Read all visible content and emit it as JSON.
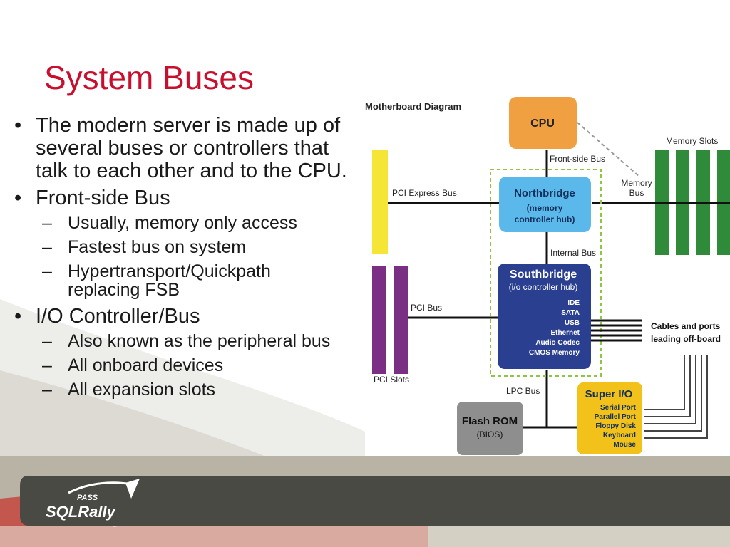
{
  "slide": {
    "title": "System Buses",
    "bullets": [
      {
        "text": "The modern server is made up of several buses or controllers that talk to each other and to the CPU.",
        "sub": []
      },
      {
        "text": "Front-side Bus",
        "sub": [
          "Usually, memory only access",
          "Fastest bus on system",
          "Hypertransport/Quickpath replacing FSB"
        ]
      },
      {
        "text": "I/O Controller/Bus",
        "sub": [
          "Also known as the peripheral bus",
          "All onboard devices",
          "All expansion slots"
        ]
      }
    ]
  },
  "diagram": {
    "title": "Motherboard Diagram",
    "cpu": "CPU",
    "front_side_bus": "Front-side Bus",
    "memory_bus": [
      "Memory",
      "Bus"
    ],
    "memory_slots": "Memory Slots",
    "pci_express_bus": "PCI Express Bus",
    "northbridge": {
      "title": "Northbridge",
      "lines": [
        "(memory",
        "controller hub)"
      ]
    },
    "internal_bus": "Internal Bus",
    "southbridge": {
      "title": "Southbridge",
      "subtitle": "(i/o controller hub)",
      "items": [
        "IDE",
        "SATA",
        "USB",
        "Ethernet",
        "Audio Codec",
        "CMOS Memory"
      ]
    },
    "pci_bus": "PCI Bus",
    "pci_slots": "PCI Slots",
    "cables": [
      "Cables and ports",
      "leading off-board"
    ],
    "lpc_bus": "LPC Bus",
    "flash_rom": {
      "title": "Flash ROM",
      "subtitle": "(BIOS)"
    },
    "super_io": {
      "title": "Super I/O",
      "items": [
        "Serial Port",
        "Parallel Port",
        "Floppy Disk",
        "Keyboard",
        "Mouse"
      ]
    }
  },
  "logo": {
    "top": "PASS",
    "main": "SQLRally"
  },
  "colors": {
    "title": "#c8102e",
    "cpu": "#f0a040",
    "northbridge": "#5bb8ea",
    "southbridge": "#2a3f8f",
    "super_io": "#f2c21a",
    "flash_rom": "#8e8e8e",
    "pci_express": "#f5e636",
    "pci_slots": "#7b2f84",
    "memory_slots": "#2f8a3a"
  }
}
